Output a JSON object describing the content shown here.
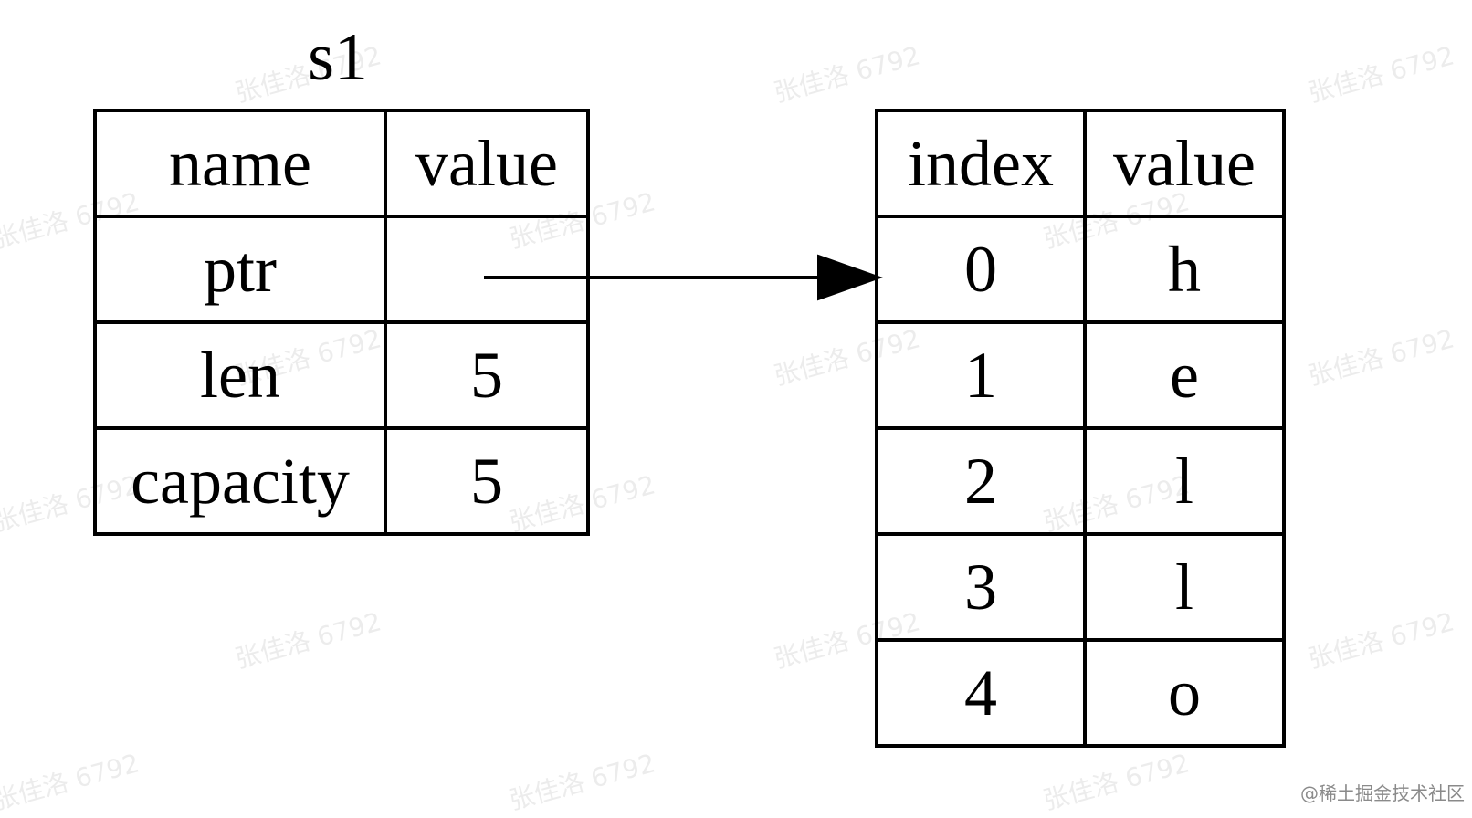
{
  "s1": {
    "title": "s1",
    "header": {
      "name": "name",
      "value": "value"
    },
    "rows": [
      {
        "name": "ptr",
        "value": ""
      },
      {
        "name": "len",
        "value": "5"
      },
      {
        "name": "capacity",
        "value": "5"
      }
    ]
  },
  "heap": {
    "header": {
      "index": "index",
      "value": "value"
    },
    "rows": [
      {
        "index": "0",
        "value": "h"
      },
      {
        "index": "1",
        "value": "e"
      },
      {
        "index": "2",
        "value": "l"
      },
      {
        "index": "3",
        "value": "l"
      },
      {
        "index": "4",
        "value": "o"
      }
    ]
  },
  "watermark": "张佳洛 6792",
  "credit": "@稀土掘金技术社区"
}
